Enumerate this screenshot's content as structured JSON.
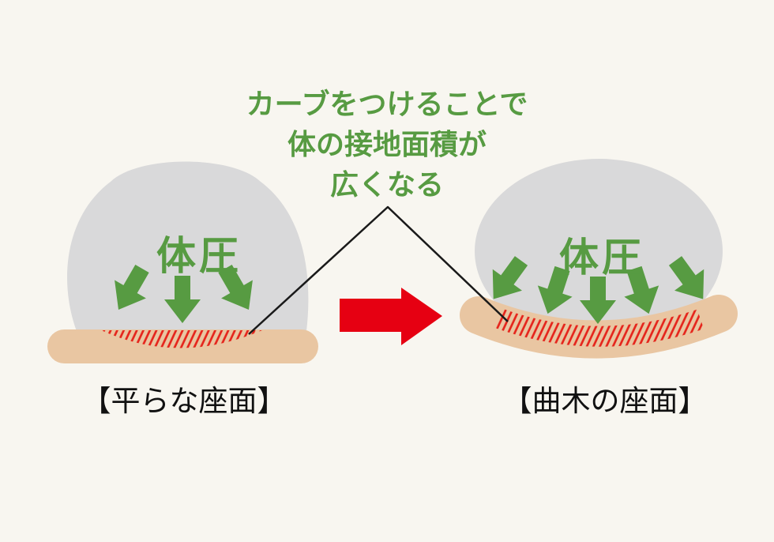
{
  "headline": {
    "line1": "カーブをつけることで",
    "line2": "体の接地面積が",
    "line3": "広くなる"
  },
  "left_figure": {
    "pressure_label": "体圧",
    "caption": "【平らな座面】",
    "seat_type": "flat",
    "pressure_arrow_count": 3
  },
  "right_figure": {
    "pressure_label": "体圧",
    "caption": "【曲木の座面】",
    "seat_type": "curved",
    "pressure_arrow_count": 5
  },
  "colors": {
    "background": "#f8f6f0",
    "body_gray": "#d9d9da",
    "seat_tan": "#e9c6a2",
    "accent_green": "#579b42",
    "hatch_red": "#e5251c",
    "arrow_red": "#e60012",
    "line_black": "#1a1a1a",
    "caption_black": "#111111"
  }
}
